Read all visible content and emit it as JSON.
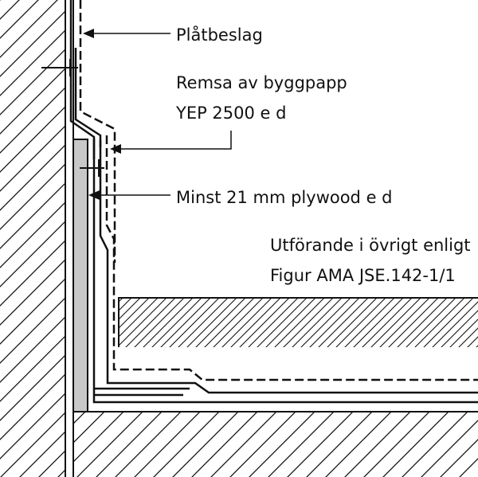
{
  "labels": {
    "platbeslag": "Plåtbeslag",
    "remsa_line1": "Remsa av byggpapp",
    "remsa_line2": "YEP 2500 e d",
    "plywood": "Minst 21 mm plywood e d",
    "note_line1": "Utförande i övrigt enligt",
    "note_line2": "Figur AMA JSE.142-1/1"
  },
  "colors": {
    "ink": "#111111",
    "plywood_fill": "#c8c8c8",
    "background": "#ffffff"
  }
}
